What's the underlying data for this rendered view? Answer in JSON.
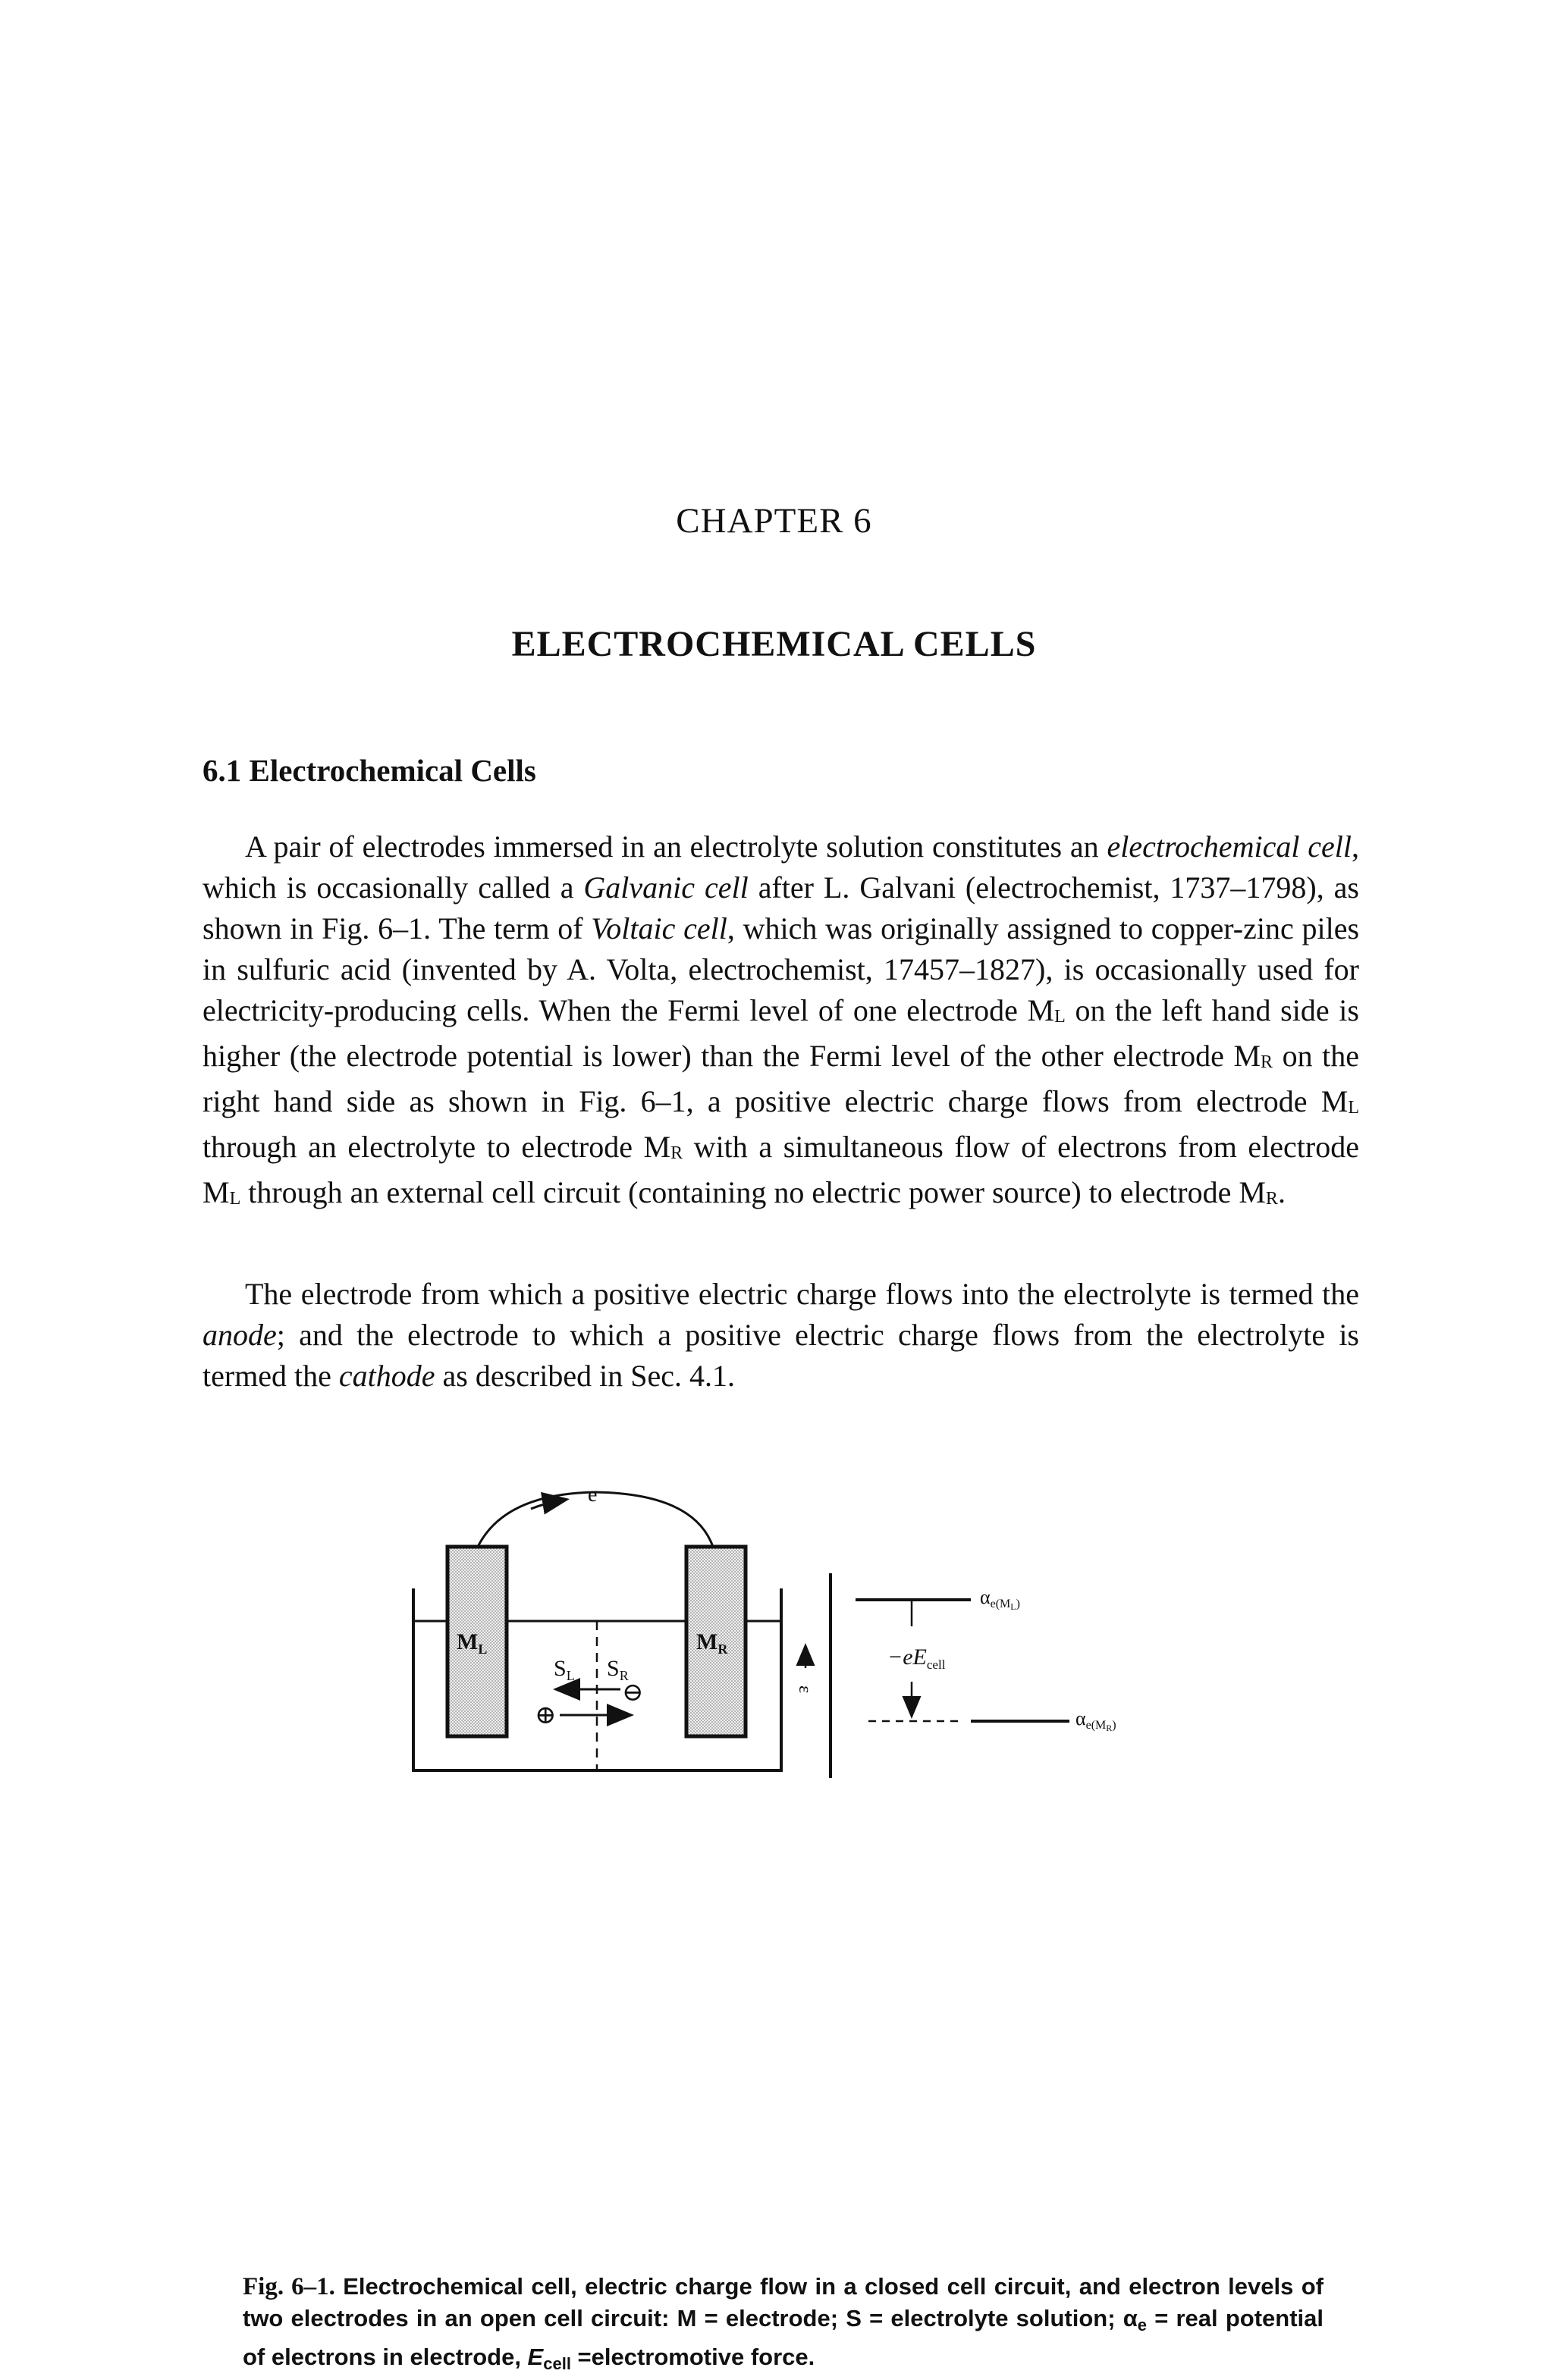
{
  "chapter_label": "CHAPTER 6",
  "chapter_title": "ELECTROCHEMICAL CELLS",
  "section_heading": "6.1 Electrochemical Cells",
  "paragraph_1": {
    "s1": "A pair of electrodes immersed in an electrolyte solution constitutes an ",
    "em1": "electrochemical cell",
    "s2": ", which is occasionally called a ",
    "em2": "Galvanic cell",
    "s3": " after L. Galvani (electrochemist, 1737–1798), as shown in Fig. 6–1. The term of ",
    "em3": "Voltaic cell",
    "s4": ", which was originally assigned to copper-zinc piles in sulfuric acid (invented by A. Volta, electrochemist, 17457–1827), is occasionally used for electricity-producing cells. When the Fermi level of one electrode M",
    "sub_L": "L",
    "s5": " on the left hand side is higher (the electrode potential is lower) than the Fermi level of the other electrode M",
    "sub_R": "R",
    "s6": " on the right hand side as shown in Fig. 6–1, a positive electric charge flows from electrode M",
    "s7": " through an electrolyte to electrode M",
    "s8": " with a simultaneous flow of electrons from electrode M",
    "s9": " through an external cell circuit (containing no electric power source) to electrode M",
    "s10": "."
  },
  "paragraph_2": {
    "s1": "The electrode from which a positive electric charge flows into the electrolyte is termed the ",
    "em1": "anode",
    "s2": "; and the electrode to which a positive electric charge flows from the electrolyte is termed the ",
    "em2": "cathode",
    "s3": " as described in Sec. 4.1."
  },
  "figure": {
    "electron_label": "e",
    "electrode_left": "M",
    "electrode_left_sub": "L",
    "electrode_right": "M",
    "electrode_right_sub": "R",
    "solution_left": "S",
    "solution_left_sub": "L",
    "solution_right": "S",
    "solution_right_sub": "R",
    "plus_sign": "⊕",
    "minus_sign": "⊖",
    "energy_axis": "ε",
    "level_top": "α",
    "level_top_sub": "e(M",
    "level_top_subsub": "L",
    "level_top_close": ")",
    "level_bottom": "α",
    "level_bottom_sub": "e(M",
    "level_bottom_subsub": "R",
    "level_bottom_close": ")",
    "emf_label": "−eE",
    "emf_sub": "cell"
  },
  "caption": {
    "label": "Fig. 6–1.",
    "s1": " Electrochemical cell, electric charge flow in a closed cell circuit, and electron levels of two electrodes in an open cell circuit: M = electrode; S = electrolyte solution; α",
    "sub_e": "e",
    "s2": " = real potential of electrons in electrode, ",
    "e_sym": "E",
    "e_sub": "cell",
    "s3": " =electromotive force."
  }
}
